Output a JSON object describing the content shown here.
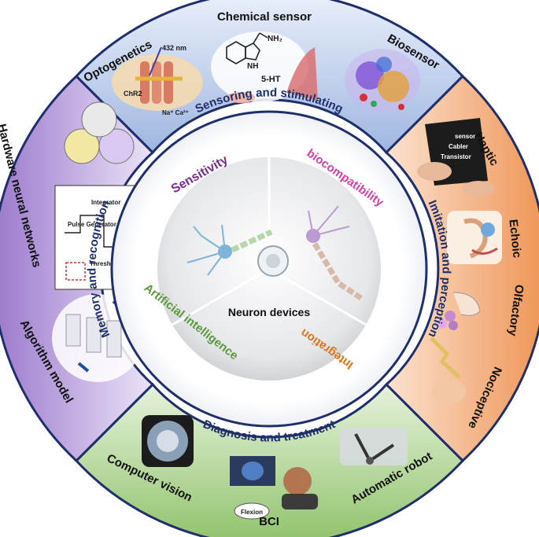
{
  "center": {
    "title": "Neuron devices",
    "properties": {
      "sensitivity": "Sensitivity",
      "biocompatibility": "biocompatibility",
      "artificial_intelligence": "Artificial intelligence",
      "integration": "Integration"
    }
  },
  "middle_ring": {
    "top": "Sensoring and stimulating",
    "right": "Imitation and perception",
    "bottom": "Diagnosis and treatment",
    "left": "Memory and recognition"
  },
  "outer_ring": {
    "top": [
      "Optogenetics",
      "Chemical sensor",
      "Biosensor"
    ],
    "right": [
      "Haptic",
      "Echoic",
      "Olfactory",
      "Nociceptive"
    ],
    "bottom": [
      "Computer vision",
      "BCI",
      "Automatic robot"
    ],
    "left": [
      "Hardware neural networks",
      "Algorithm model"
    ]
  },
  "figure_labels": {
    "wavelength": "432 nm",
    "chr2": "ChR2",
    "ions": "Na⁺ Ca²⁺",
    "nh2": "NH₂",
    "nh": "NH",
    "serotonin": "5-HT",
    "haptic_layers": [
      "sensor",
      "Cabler",
      "Transistor"
    ],
    "integrator": "Integrator",
    "pulse_generator": "Pulse Generator",
    "threshold_modulator": "Threshold Modulator",
    "flexion": "Flexion"
  },
  "colors": {
    "ring_stroke": "#1f2f6b",
    "top_quadrant": "#b9c9ea",
    "right_quadrant": "#f2a468",
    "bottom_quadrant": "#a6cf86",
    "left_quadrant": "#a98ad3",
    "sensitivity": "#7a2c8c",
    "biocompatibility": "#d63da8",
    "artificial_intelligence": "#5a9a3a",
    "integration": "#e0741a",
    "middle_text": "#1f2f6b"
  }
}
